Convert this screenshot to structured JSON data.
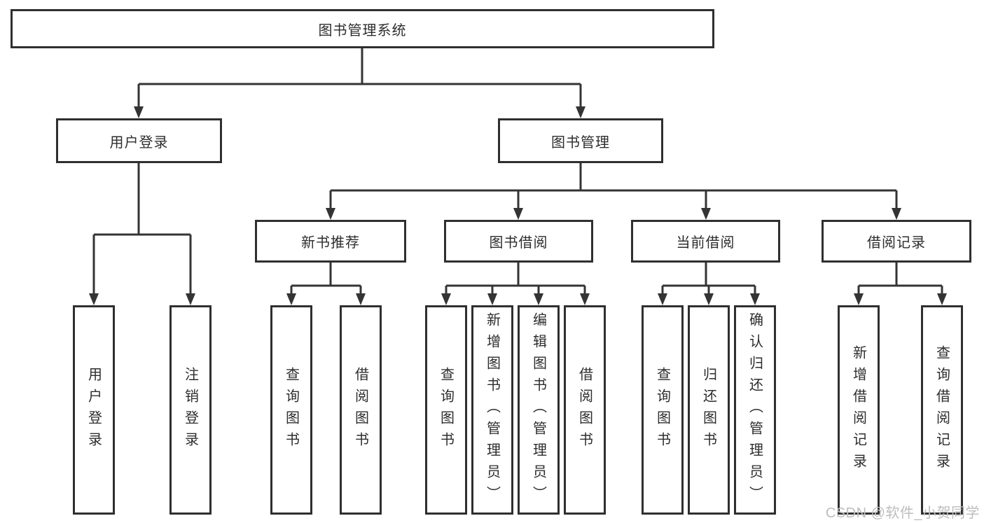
{
  "title": "图书管理系统",
  "level2": {
    "user_login": "用户登录",
    "book_management": "图书管理"
  },
  "level3": {
    "new_book_recommend": "新书推荐",
    "book_borrow": "图书借阅",
    "current_borrow": "当前借阅",
    "borrow_records": "借阅记录"
  },
  "leaves": {
    "user_login_children": [
      "用户登录",
      "注销登录"
    ],
    "new_book_recommend_children": [
      "查询图书",
      "借阅图书"
    ],
    "book_borrow_children": [
      "查询图书",
      "新增图书（管理员）",
      "编辑图书（管理员）",
      "借阅图书"
    ],
    "current_borrow_children": [
      "查询图书",
      "归还图书",
      "确认归还（管理员）"
    ],
    "borrow_records_children": [
      "新增借阅记录",
      "查询借阅记录"
    ]
  },
  "watermark": "CSDN @软件_小贺同学",
  "colors": {
    "line": "#343434",
    "border": "#2f2f2f",
    "text": "#2d2d2d",
    "watermark": "#bdbdbd",
    "background": "#ffffff"
  }
}
